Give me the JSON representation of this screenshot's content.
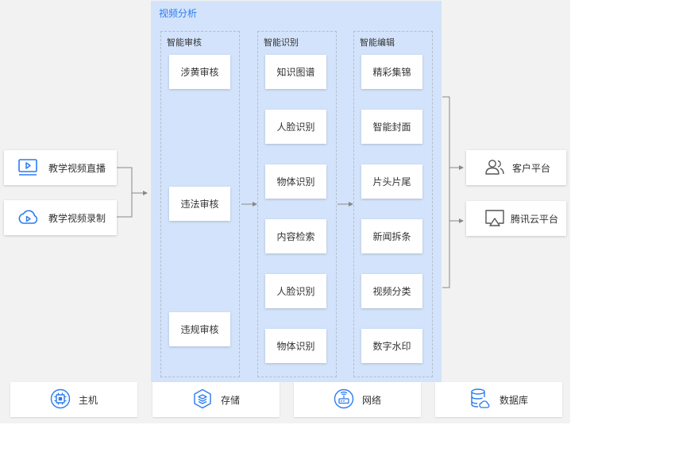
{
  "analysis": {
    "title": "视频分析",
    "review": {
      "title": "智能审核",
      "items": [
        "涉黄审核",
        "违法审核",
        "违规审核"
      ]
    },
    "recognition": {
      "title": "智能识别",
      "items": [
        "知识图谱",
        "人脸识别",
        "物体识别",
        "内容检索",
        "人脸识别",
        "物体识别"
      ]
    },
    "editing": {
      "title": "智能编辑",
      "items": [
        "精彩集锦",
        "智能封面",
        "片头片尾",
        "新闻拆条",
        "视频分类",
        "数字水印"
      ]
    }
  },
  "inputs": [
    {
      "label": "教学视频直播",
      "icon": "video-play-icon"
    },
    {
      "label": "教学视频录制",
      "icon": "cloud-play-icon"
    }
  ],
  "outputs": [
    {
      "label": "客户平台",
      "icon": "users-icon"
    },
    {
      "label": "腾讯云平台",
      "icon": "screen-cast-icon"
    }
  ],
  "infrastructure": [
    {
      "label": "主机",
      "icon": "chip-icon"
    },
    {
      "label": "存储",
      "icon": "layers-icon"
    },
    {
      "label": "网络",
      "icon": "router-icon"
    },
    {
      "label": "数据库",
      "icon": "database-cloud-icon"
    }
  ],
  "colors": {
    "accent": "#2b7bf0",
    "panel": "#d3e3fb",
    "background": "#f2f2f2",
    "line": "#888888"
  }
}
